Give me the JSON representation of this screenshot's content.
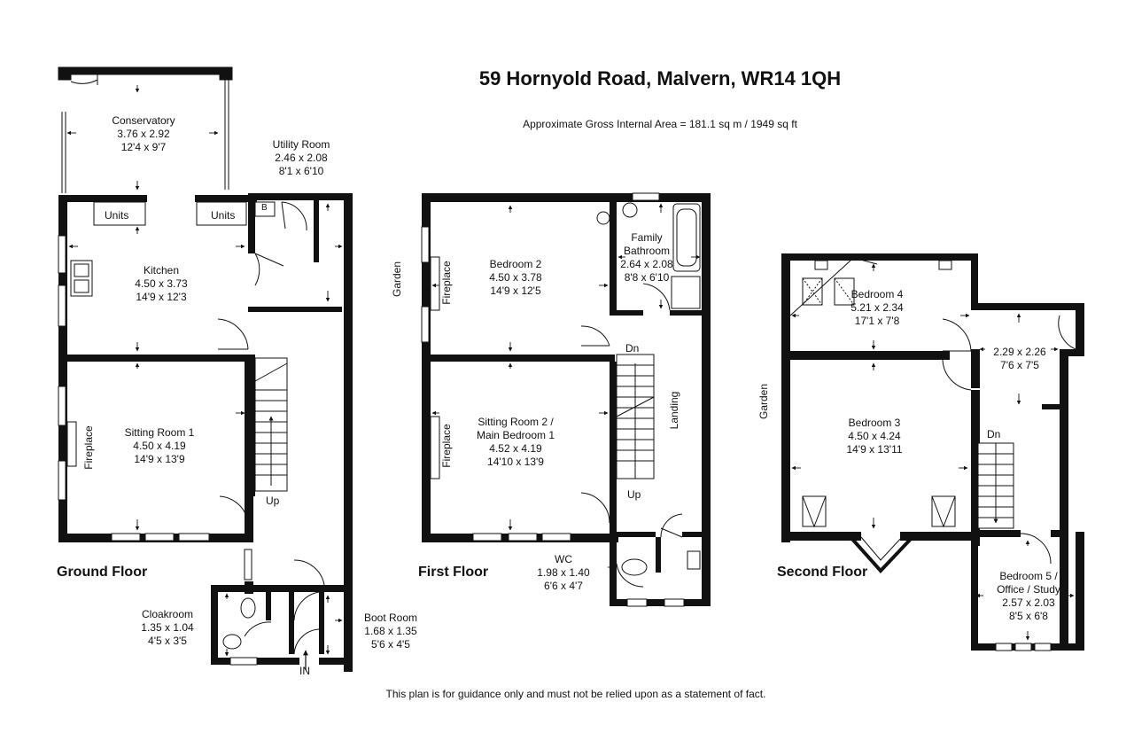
{
  "title": "59 Hornyold Road, Malvern, WR14 1QH",
  "area": "Approximate Gross Internal Area = 181.1 sq m / 1949 sq ft",
  "disclaimer": "This plan is for guidance only and must not be relied upon as a statement of fact.",
  "floors": {
    "ground": {
      "label": "Ground Floor",
      "conservatory": {
        "name": "Conservatory",
        "metric": "3.76 x 2.92",
        "imperial": "12'4 x 9'7"
      },
      "utility": {
        "name": "Utility Room",
        "metric": "2.46 x 2.08",
        "imperial": "8'1 x 6'10"
      },
      "kitchen": {
        "name": "Kitchen",
        "metric": "4.50 x 3.73",
        "imperial": "14'9 x 12'3"
      },
      "sitting1": {
        "name": "Sitting Room 1",
        "metric": "4.50 x 4.19",
        "imperial": "14'9 x 13'9"
      },
      "cloakroom": {
        "name": "Cloakroom",
        "metric": "1.35 x 1.04",
        "imperial": "4'5 x 3'5"
      },
      "bootroom": {
        "name": "Boot Room",
        "metric": "1.68 x 1.35",
        "imperial": "5'6 x 4'5"
      },
      "units1": "Units",
      "units2": "Units",
      "boiler": "B",
      "fireplace": "Fireplace",
      "up": "Up",
      "entry": "IN"
    },
    "first": {
      "label": "First Floor",
      "bedroom2": {
        "name": "Bedroom 2",
        "metric": "4.50 x 3.78",
        "imperial": "14'9 x 12'5"
      },
      "bathroom": {
        "name1": "Family",
        "name2": "Bathroom",
        "metric": "2.64 x 2.08",
        "imperial": "8'8 x 6'10"
      },
      "sitting2": {
        "name1": "Sitting Room 2 /",
        "name2": "Main Bedroom 1",
        "metric": "4.52 x 4.19",
        "imperial": "14'10 x 13'9"
      },
      "wc": {
        "name": "WC",
        "metric": "1.98 x 1.40",
        "imperial": "6'6 x 4'7"
      },
      "landing": "Landing",
      "garden": "Garden",
      "fireplace1": "Fireplace",
      "fireplace2": "Fireplace",
      "dn": "Dn",
      "up": "Up"
    },
    "second": {
      "label": "Second Floor",
      "bedroom4": {
        "name": "Bedroom 4",
        "metric": "5.21 x 2.34",
        "imperial": "17'1 x 7'8"
      },
      "room": {
        "metric": "2.29 x 2.26",
        "imperial": "7'6 x 7'5"
      },
      "bedroom3": {
        "name": "Bedroom 3",
        "metric": "4.50 x 4.24",
        "imperial": "14'9 x 13'11"
      },
      "bedroom5": {
        "name1": "Bedroom 5 /",
        "name2": "Office / Study",
        "metric": "2.57 x 2.03",
        "imperial": "8'5 x 6'8"
      },
      "garden": "Garden",
      "dn": "Dn"
    }
  }
}
